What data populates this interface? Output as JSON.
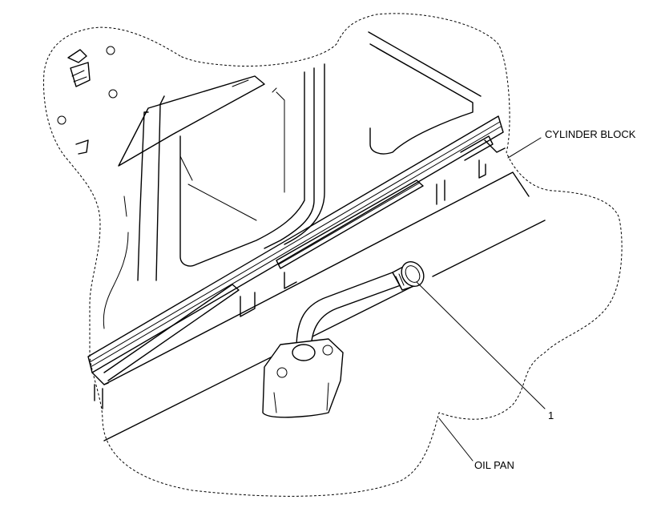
{
  "labels": {
    "cylinder_block": "CYLINDER BLOCK",
    "oil_pan": "OIL PAN",
    "callout_1": "1"
  }
}
